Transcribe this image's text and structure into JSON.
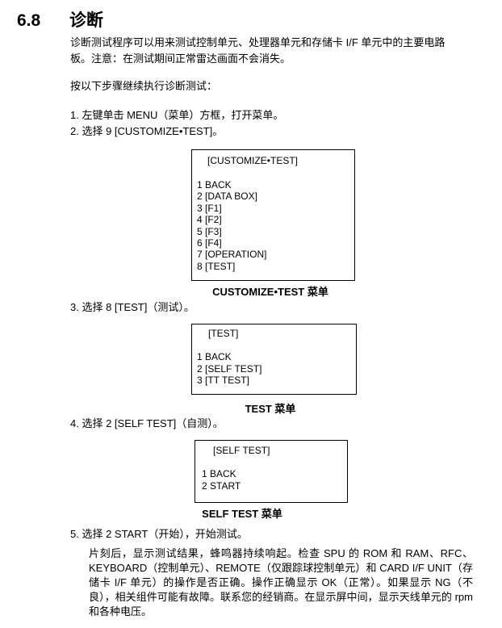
{
  "section": {
    "number": "6.8",
    "title": "诊断"
  },
  "intro": [
    "诊断测试程序可以用来测试控制单元、处理器单元和存储卡 I/F 单元中的主要电路",
    "板。注意：在测试期间正常雷达画面不会消失。"
  ],
  "lead": "按以下步骤继续执行诊断测试：",
  "steps": [
    "1.  左键单击 MENU（菜单）方框，打开菜单。",
    "2.  选择 9 [CUSTOMIZE•TEST]。",
    "3.  选择 8 [TEST]（测试）。",
    "4.  选择 2 [SELF TEST]（自测）。",
    "5.  选择 2 START（开始），开始测试。"
  ],
  "menus": [
    {
      "title": "[CUSTOMIZE•TEST]",
      "items": [
        "1  BACK",
        "2  [DATA BOX]",
        "3  [F1]",
        "4  [F2]",
        "5  [F3]",
        "6  [F4]",
        "7  [OPERATION]",
        "8  [TEST]"
      ],
      "caption": "CUSTOMIZE•TEST  菜单"
    },
    {
      "title": "[TEST]",
      "items": [
        "1  BACK",
        "2  [SELF TEST]",
        "3  [TT TEST]"
      ],
      "caption": "TEST  菜单"
    },
    {
      "title": "[SELF TEST]",
      "items": [
        "1  BACK",
        "2  START"
      ],
      "caption": "SELF TEST  菜单"
    }
  ],
  "result_text": "片刻后，显示测试结果，蜂鸣器持续响起。检查 SPU 的 ROM 和 RAM、RFC、KEYBOARD（控制单元）、REMOTE（仅跟踪球控制单元）和 CARD I/F UNIT（存储卡 I/F 单元）的操作是否正确。操作正确显示 OK（正常）。如果显示 NG（不良），相关组件可能有故障。联系您的经销商。在显示屏中间，显示天线单元的 rpm 和各种电压。"
}
